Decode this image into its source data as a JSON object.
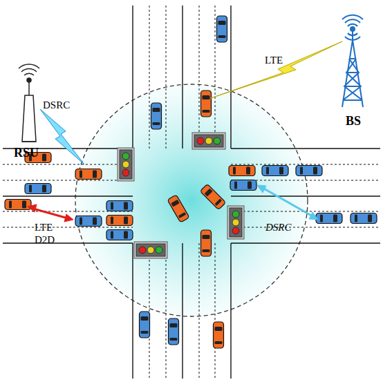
{
  "diagram": {
    "nodes": [
      {
        "text": [
          "RSU"
        ]
      },
      {
        "text": [
          "BS"
        ]
      }
    ],
    "labels": [
      "DSRC",
      "LTE",
      "LTE",
      "D2D",
      "DSRC"
    ]
  }
}
